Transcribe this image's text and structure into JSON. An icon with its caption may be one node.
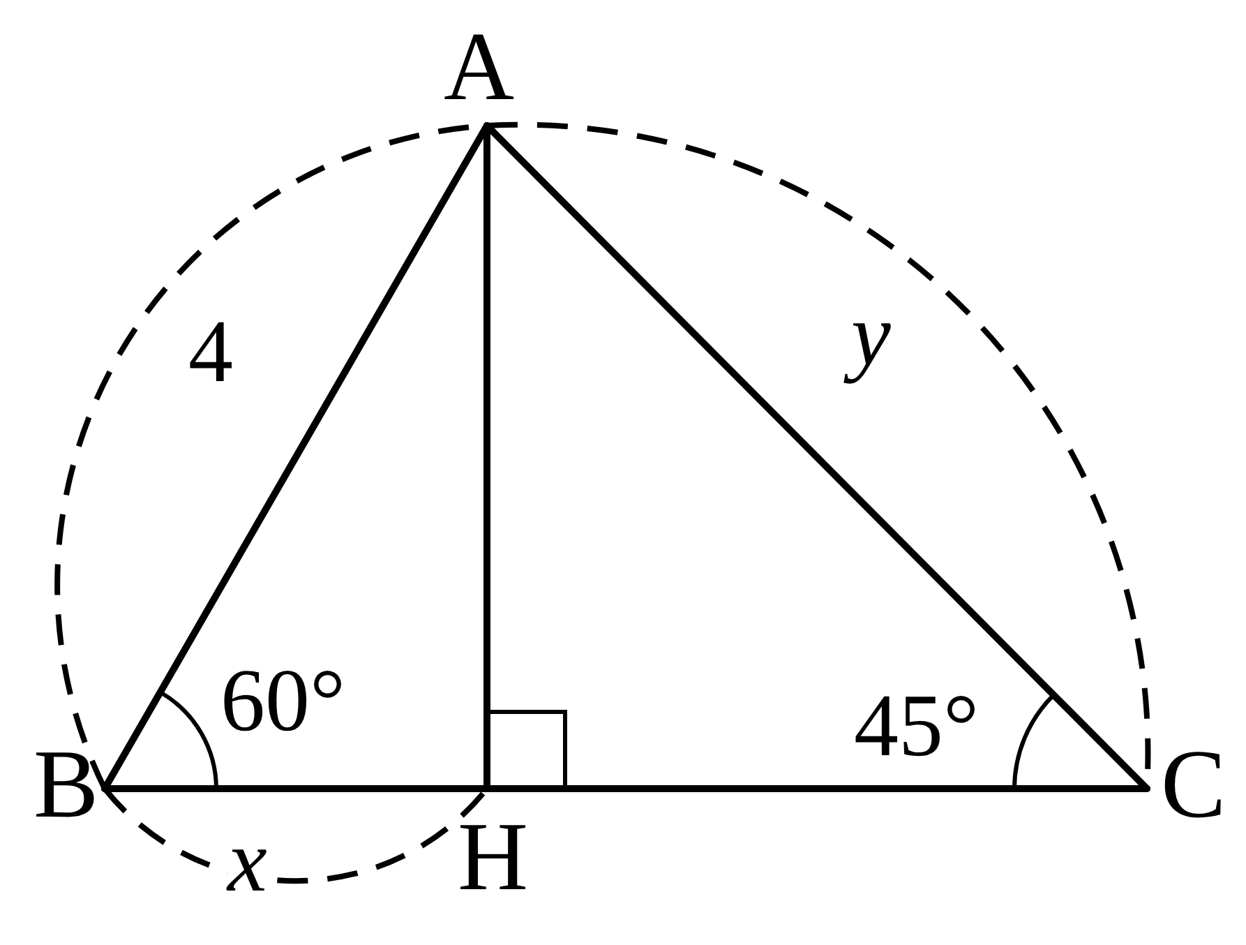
{
  "diagram": {
    "nodes": [
      {
        "text": [
          "A"
        ]
      },
      {
        "text": [
          "B"
        ]
      },
      {
        "text": [
          "C"
        ]
      },
      {
        "text": [
          "H"
        ]
      }
    ],
    "edges": [
      {
        "from": 0,
        "to": 1,
        "arrow": "none"
      },
      {
        "from": 0,
        "to": 2,
        "arrow": "none"
      },
      {
        "from": 0,
        "to": 3,
        "arrow": "none"
      },
      {
        "from": 1,
        "to": 3,
        "arrow": "none"
      },
      {
        "from": 3,
        "to": 2,
        "arrow": "none"
      }
    ],
    "labels": [
      "4",
      "y",
      "60°",
      "45°",
      "x"
    ]
  }
}
